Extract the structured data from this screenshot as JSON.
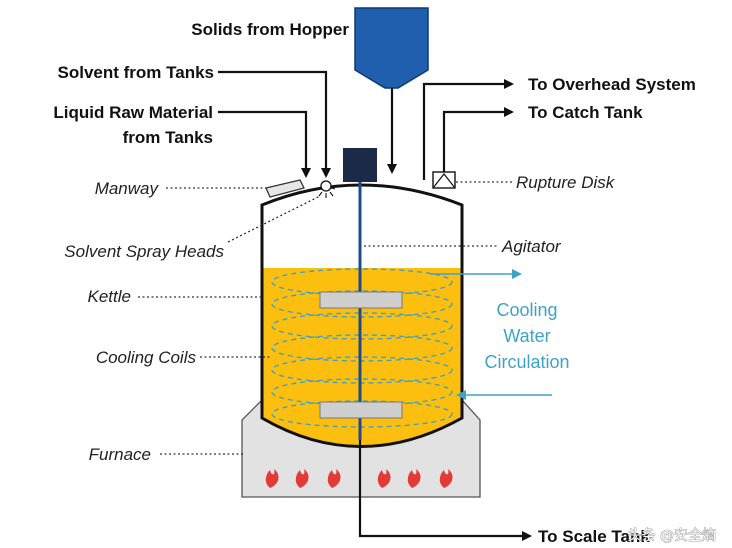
{
  "labels": {
    "solids_from_hopper": "Solids from Hopper",
    "solvent_from_tanks": "Solvent from Tanks",
    "liquid_raw_line1": "Liquid Raw Material",
    "liquid_raw_line2": "from Tanks",
    "to_overhead": "To Overhead System",
    "to_catch_tank": "To Catch Tank",
    "manway": "Manway",
    "rupture_disk": "Rupture Disk",
    "solvent_spray_heads": "Solvent Spray Heads",
    "agitator": "Agitator",
    "kettle": "Kettle",
    "cooling_coils": "Cooling Coils",
    "furnace": "Furnace",
    "cooling_line1": "Cooling",
    "cooling_line2": "Water",
    "cooling_line3": "Circulation",
    "to_scale_tank": "To Scale Tank"
  },
  "watermark": "头条 @安全熵",
  "colors": {
    "liquid": "#fdbf0f",
    "hopper": "#1f5fae",
    "cooling": "#3fa3c7",
    "furnace": "#e2e2e2",
    "flame": "#e53935",
    "motor": "#1b2a48",
    "paddle": "#cfcfcf"
  }
}
